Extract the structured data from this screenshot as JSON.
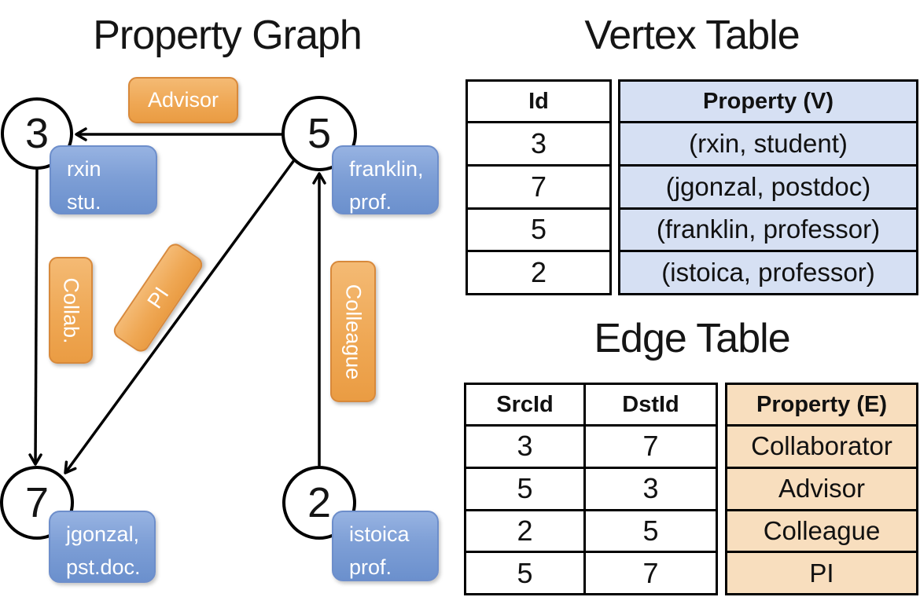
{
  "graph": {
    "title": "Property Graph",
    "nodes": [
      {
        "id": "3",
        "property_line1": "rxin",
        "property_line2": "stu."
      },
      {
        "id": "5",
        "property_line1": "franklin,",
        "property_line2": "prof."
      },
      {
        "id": "7",
        "property_line1": "jgonzal,",
        "property_line2": "pst.doc."
      },
      {
        "id": "2",
        "property_line1": "istoica",
        "property_line2": "prof."
      }
    ],
    "edges": [
      {
        "label": "Advisor",
        "from": "5",
        "to": "3"
      },
      {
        "label": "Collab.",
        "from": "3",
        "to": "7"
      },
      {
        "label": "PI",
        "from": "5",
        "to": "7"
      },
      {
        "label": "Colleague",
        "from": "2",
        "to": "5"
      }
    ]
  },
  "vertex_table": {
    "title": "Vertex Table",
    "columns": {
      "id": "Id",
      "property": "Property (V)"
    },
    "rows": [
      {
        "id": "3",
        "property": "(rxin, student)"
      },
      {
        "id": "7",
        "property": "(jgonzal, postdoc)"
      },
      {
        "id": "5",
        "property": "(franklin, professor)"
      },
      {
        "id": "2",
        "property": "(istoica, professor)"
      }
    ]
  },
  "edge_table": {
    "title": "Edge Table",
    "columns": {
      "src": "SrcId",
      "dst": "DstId",
      "property": "Property (E)"
    },
    "rows": [
      {
        "src": "3",
        "dst": "7",
        "property": "Collaborator"
      },
      {
        "src": "5",
        "dst": "3",
        "property": "Advisor"
      },
      {
        "src": "2",
        "dst": "5",
        "property": "Colleague"
      },
      {
        "src": "5",
        "dst": "7",
        "property": "PI"
      }
    ]
  },
  "colors": {
    "background": "#ffffff",
    "line_black": "#000000",
    "edge_label_fill_top": "#f4ba74",
    "edge_label_fill_bottom": "#ea9c43",
    "edge_label_border": "#d8893b",
    "vertex_box_fill_top": "#97b3e2",
    "vertex_box_fill_bottom": "#6b90cd",
    "vertex_box_border": "#6d8ecb",
    "vertex_table_fill": "#d6e0f3",
    "edge_table_fill": "#f8debe",
    "label_text": "#ffffff",
    "text_black": "#111111"
  }
}
